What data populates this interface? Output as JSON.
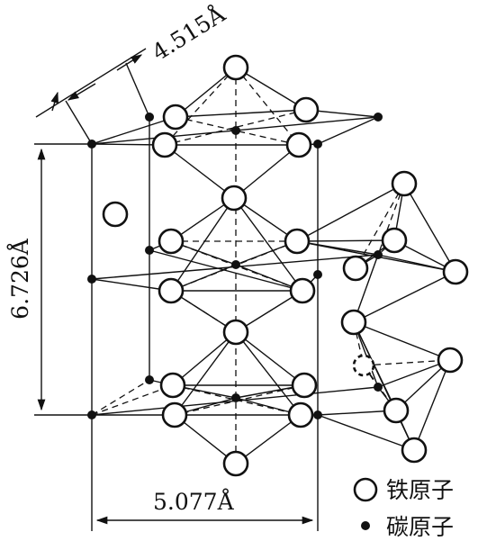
{
  "dimensions": {
    "a": "4.515Å",
    "b": "6.726Å",
    "c": "5.077Å"
  },
  "legend": {
    "iron": "铁原子",
    "carbon": "碳原子"
  }
}
